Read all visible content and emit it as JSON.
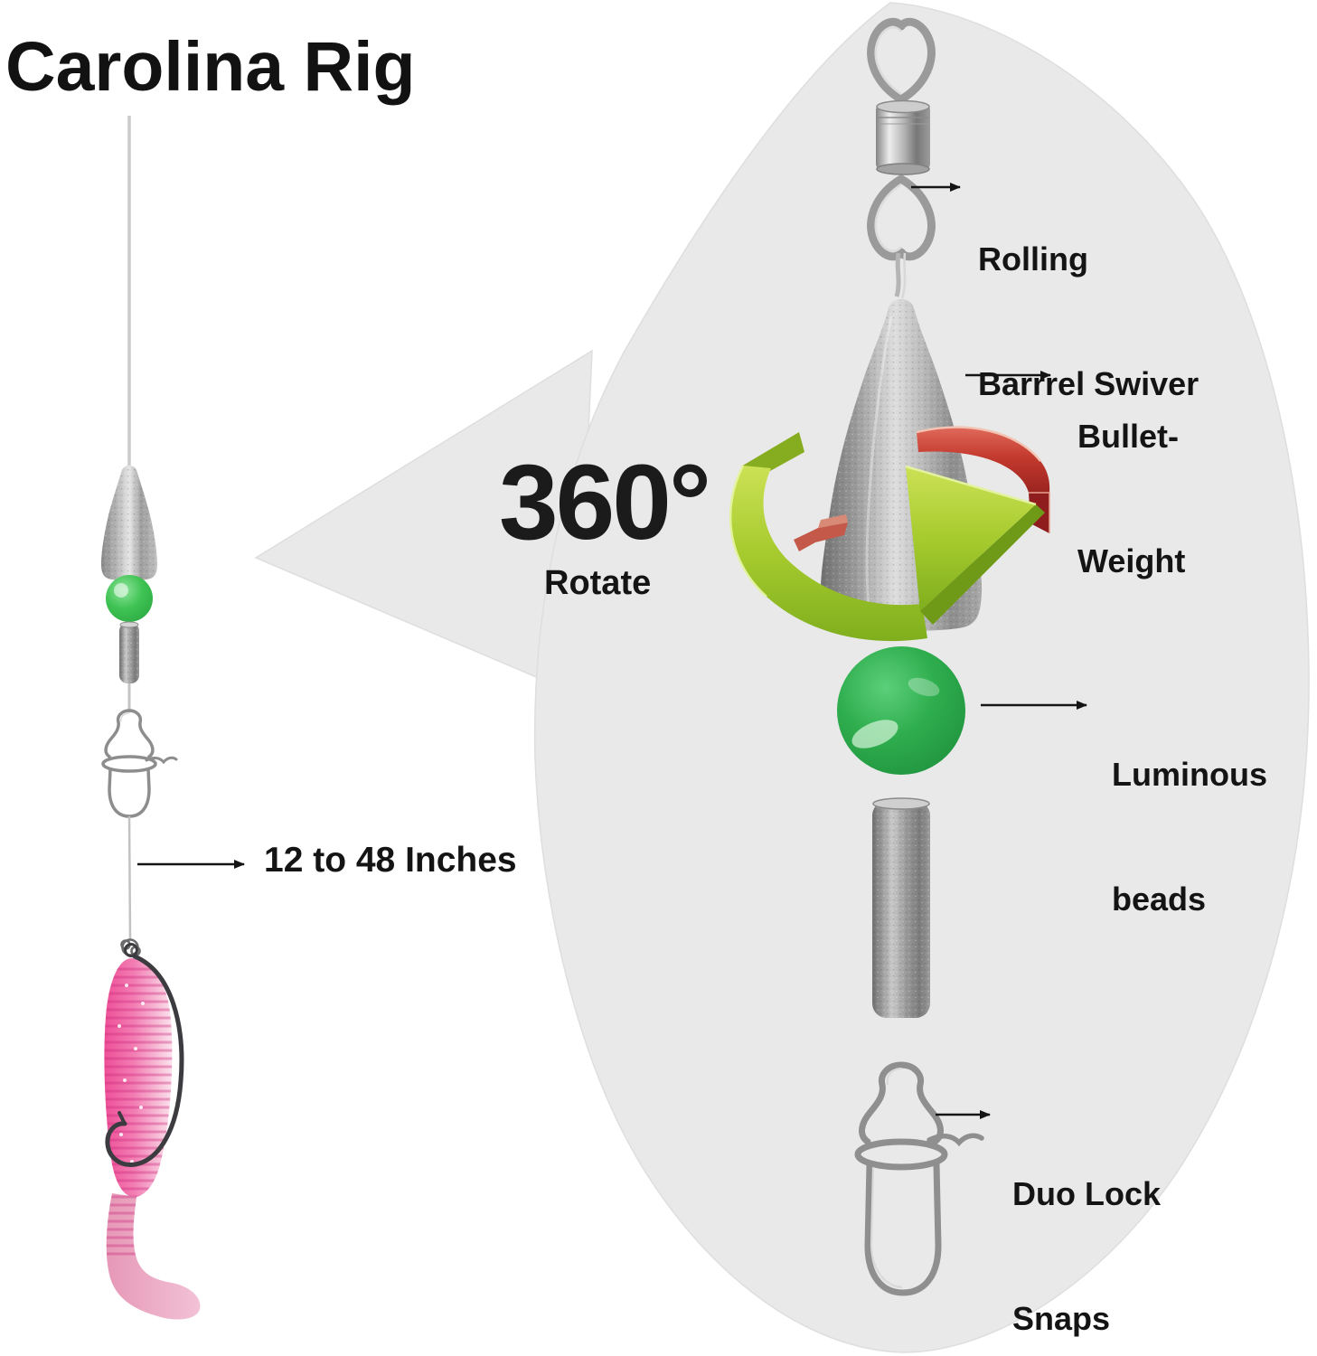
{
  "title": "Carolina Rig",
  "left_rig": {
    "leader_length_label": "12 to 48 Inches",
    "parts": [
      "fishing-line",
      "bullet-weight",
      "luminous-bead",
      "crimp-tube",
      "duo-lock-snap",
      "leader-line",
      "hook-knot",
      "fishing-hook",
      "soft-plastic-lure"
    ]
  },
  "zoom_bubble": {
    "rotation": {
      "degrees": "360°",
      "label": "Rotate"
    },
    "callouts": {
      "swivel": {
        "line1": "Rolling",
        "line2": "Barrrel Swiver"
      },
      "weight": {
        "line1": "Bullet-",
        "line2": "Weight"
      },
      "beads": {
        "line1": "Luminous",
        "line2": "beads"
      },
      "snaps": {
        "line1": "Duo Lock",
        "line2": "Snaps"
      }
    },
    "parts": [
      "rolling-barrel-swivel",
      "bullet-weight",
      "rotation-arrow-green",
      "rotation-arrow-red",
      "luminous-bead",
      "crimp-tube",
      "duo-lock-snap"
    ]
  },
  "colors": {
    "background": "#ffffff",
    "bubble_gray": "#e9e9e9",
    "text": "#141414",
    "bead_green": "#2fae4e",
    "arrow_green": "#a6cb2e",
    "arrow_red": "#c23a2e",
    "lure_pink": "#ef5fa0",
    "metal_gray": "#9a9a9a"
  }
}
